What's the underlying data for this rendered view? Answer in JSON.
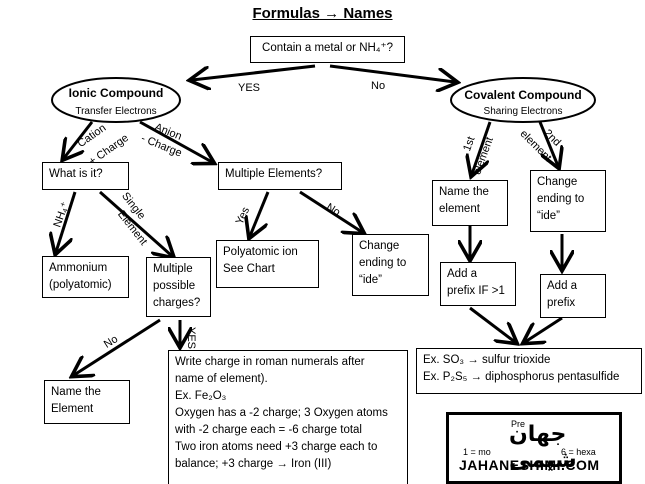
{
  "title": "Formulas → Names",
  "nodes": {
    "start": "Contain a metal or NH₄⁺?",
    "ionic_title": "Ionic Compound",
    "ionic_sub": "Transfer Electrons",
    "covalent_title": "Covalent Compound",
    "covalent_sub": "Sharing Electrons",
    "what_is_it": "What is it?",
    "multiple_elements": "Multiple Elements?",
    "ammonium": [
      "Ammonium",
      "(polyatomic)"
    ],
    "multiple_charges": [
      "Multiple",
      "possible",
      "charges?"
    ],
    "polyatomic": [
      "Polyatomic ion",
      "See Chart"
    ],
    "change_ide_ionic": [
      "Change",
      "ending to",
      "“ide”"
    ],
    "name_element_cov": [
      "Name the",
      "element"
    ],
    "change_ide_cov": [
      "Change",
      "ending to",
      "“ide”"
    ],
    "prefix_if": [
      "Add a",
      "prefix IF >1"
    ],
    "add_prefix": [
      "Add a",
      "prefix"
    ],
    "cov_example": [
      "Ex. SO₃ → sulfur trioxide",
      "Ex. P₂S₅ → diphosphorus pentasulfide"
    ],
    "name_element_ionic": [
      "Name the",
      "Element"
    ],
    "roman_box": [
      "Write charge in roman numerals after",
      "name of element).",
      "Ex. Fe₂O₃",
      "Oxygen has a -2 charge; 3 Oxygen atoms",
      "with -2 charge each = -6 charge total",
      "Two iron atoms need +3 charge each to",
      "balance; +3 charge → Iron (III)"
    ]
  },
  "edge_labels": {
    "yes": "YES",
    "no": "No",
    "cation": "Cation",
    "plus_charge": "+ Charge",
    "anion": "Anion",
    "minus_charge": "- Charge",
    "nh4": "NH₄⁺",
    "single": "Single",
    "element": "Element",
    "yes_small": "Yes",
    "no_small": "No",
    "first": "1st",
    "first_element": "element",
    "second": "2nd",
    "second_element": "element",
    "no_bottom": "No",
    "yes_bottom": "YES"
  },
  "watermark": {
    "logo": "جهان شیمی",
    "text": "JAHANESHIMI.COM",
    "fragment_1": "1 = mo",
    "fragment_2": "6 = hexa",
    "fragment_3": "Pre"
  }
}
